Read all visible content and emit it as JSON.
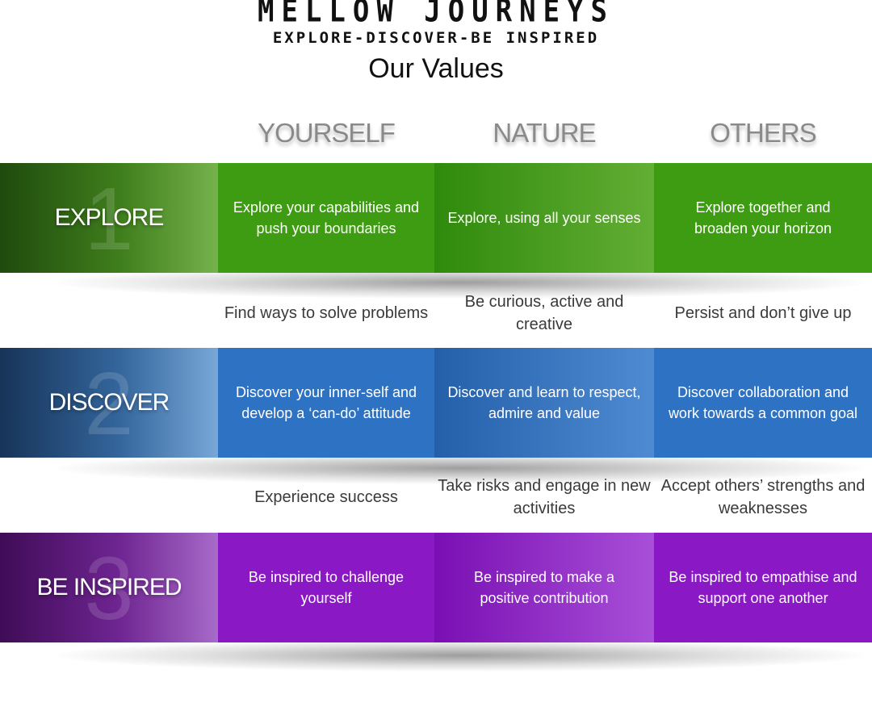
{
  "header": {
    "brand_name": "MELLOW JOURNEYS",
    "brand_tagline": "EXPLORE-DISCOVER-BE INSPIRED",
    "title": "Our Values"
  },
  "columns": [
    "YOURSELF",
    "NATURE",
    "OTHERS"
  ],
  "rows": [
    {
      "number": "1",
      "label": "EXPLORE",
      "color": "#3e9c12",
      "cells": [
        "Explore your capabilities and push your boundaries",
        "Explore, using all your senses",
        "Explore together and broaden your horizon"
      ]
    },
    {
      "number": "2",
      "label": "DISCOVER",
      "color": "#2e72c4",
      "cells": [
        "Discover your inner-self and develop a ‘can-do’ attitude",
        "Discover and learn to respect, admire and value",
        "Discover collaboration and work towards a common goal"
      ]
    },
    {
      "number": "3",
      "label": "BE INSPIRED",
      "color": "#8a18c4",
      "cells": [
        "Be inspired to challenge yourself",
        "Be inspired to make a positive contribution",
        "Be inspired to empathise and support one another"
      ]
    }
  ],
  "between": [
    [
      "Find ways to solve problems",
      "Be curious, active and creative",
      "Persist and don’t give up"
    ],
    [
      "Experience success",
      "Take risks and engage in new activities",
      "Accept others’ strengths and weaknesses"
    ]
  ]
}
